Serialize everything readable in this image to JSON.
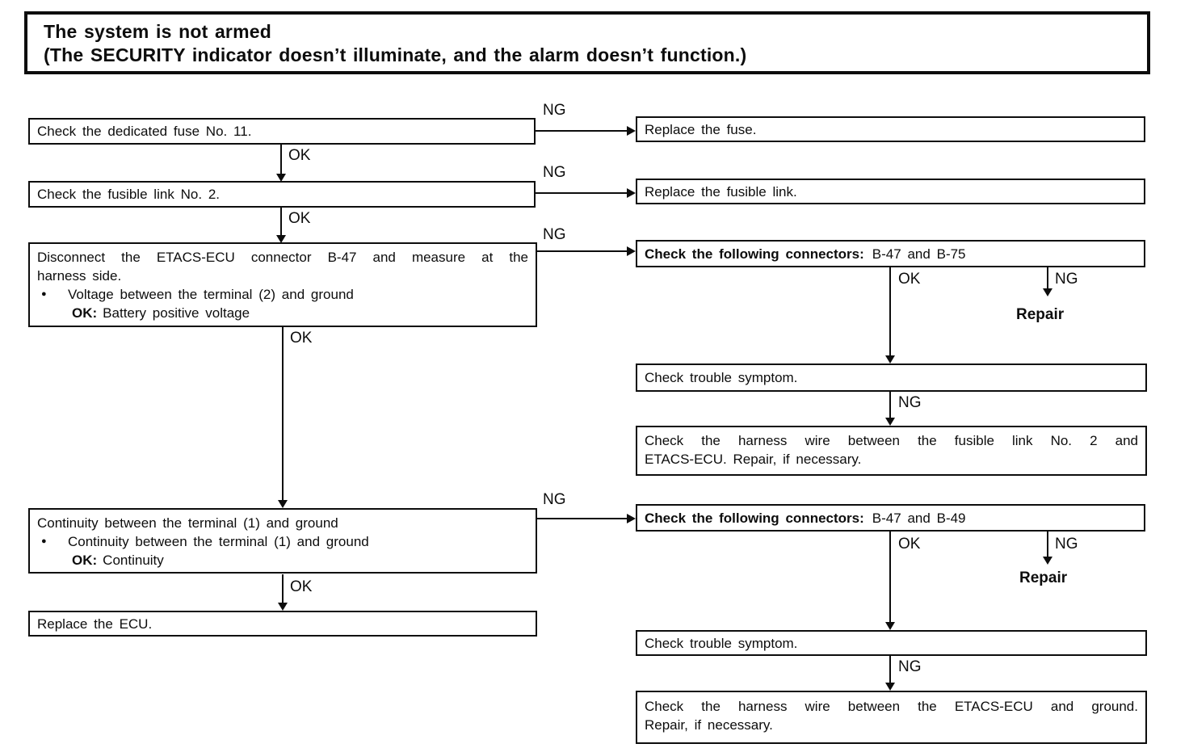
{
  "colors": {
    "ink": "#0d0d0d",
    "paper": "#ffffff"
  },
  "icons": {
    "bullet": "●"
  },
  "labels": {
    "ok": "OK",
    "ng": "NG",
    "repair": "Repair"
  },
  "title": {
    "line1": "The system is not armed",
    "line2": "(The SECURITY indicator doesn’t illuminate, and the alarm doesn’t function.)"
  },
  "nodes": {
    "check_fuse": "Check the dedicated fuse No. 11.",
    "replace_fuse": "Replace the fuse.",
    "check_fusible_link": "Check the fusible link No. 2.",
    "replace_fusible_link": "Replace the fusible link.",
    "disconnect_ecu": {
      "line1": "Disconnect the ETACS-ECU connector B-47 and measure at the",
      "line2": "harness side.",
      "bullet": "Voltage between the terminal (2) and ground",
      "ok_label": "OK:",
      "ok_value": "Battery positive voltage"
    },
    "connectors_1": {
      "title": "Check the following connectors:",
      "detail": "B-47 and B-75"
    },
    "check_trouble_1": "Check trouble symptom.",
    "harness_fusible": {
      "line1": "Check the harness wire between the fusible link No. 2 and",
      "line2": "ETACS-ECU. Repair, if necessary."
    },
    "continuity_check": {
      "line1": "Continuity between the terminal (1) and ground",
      "bullet": "Continuity between the terminal (1) and ground",
      "ok_label": "OK:",
      "ok_value": "Continuity"
    },
    "connectors_2": {
      "title": "Check the following connectors:",
      "detail": "B-47 and B-49"
    },
    "replace_ecu": "Replace the ECU.",
    "check_trouble_2": "Check trouble symptom.",
    "harness_ground": {
      "line1": "Check the harness wire between the ETACS-ECU and ground.",
      "line2": "Repair, if necessary."
    }
  }
}
